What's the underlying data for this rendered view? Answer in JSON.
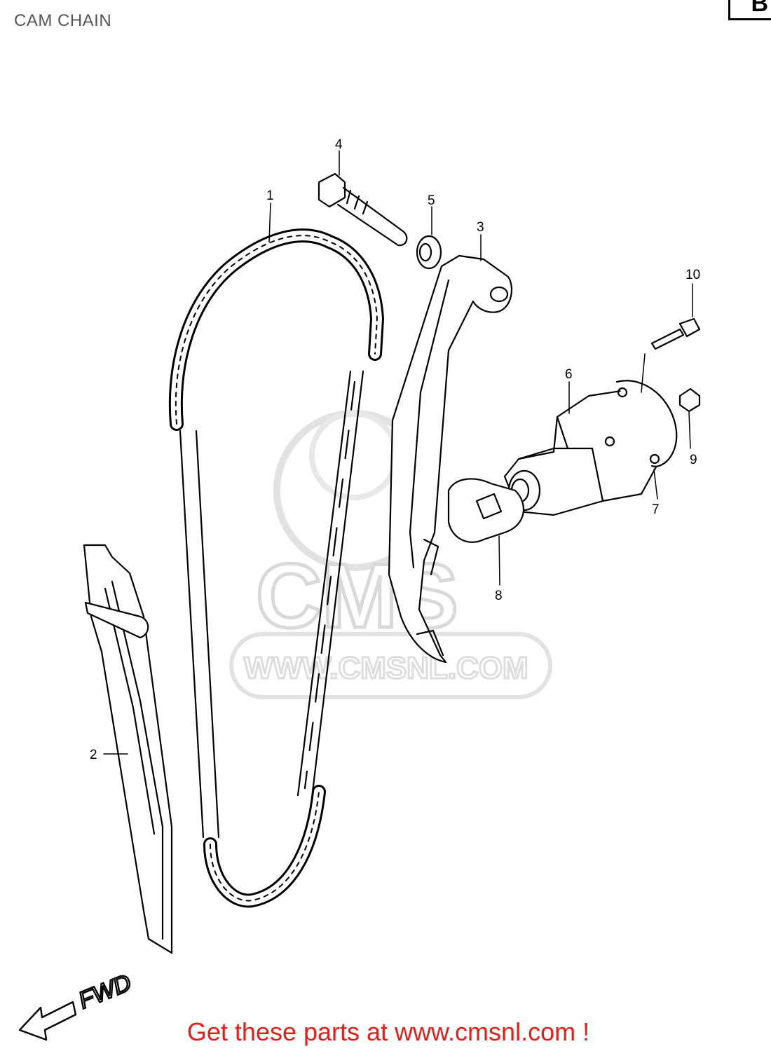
{
  "title": "CAM CHAIN",
  "corner_letter": "B",
  "callouts": {
    "c1": "1",
    "c2": "2",
    "c3": "3",
    "c4": "4",
    "c5": "5",
    "c6": "6",
    "c7": "7",
    "c8": "8",
    "c9": "9",
    "c10": "10"
  },
  "direction_label": "FWD",
  "watermark": {
    "logo_text": "CMS",
    "url": "WWW.CMSNL.COM"
  },
  "footer_text": "Get these parts at www.cmsnl.com !",
  "colors": {
    "footer": "#e0201b",
    "title": "#555555"
  }
}
